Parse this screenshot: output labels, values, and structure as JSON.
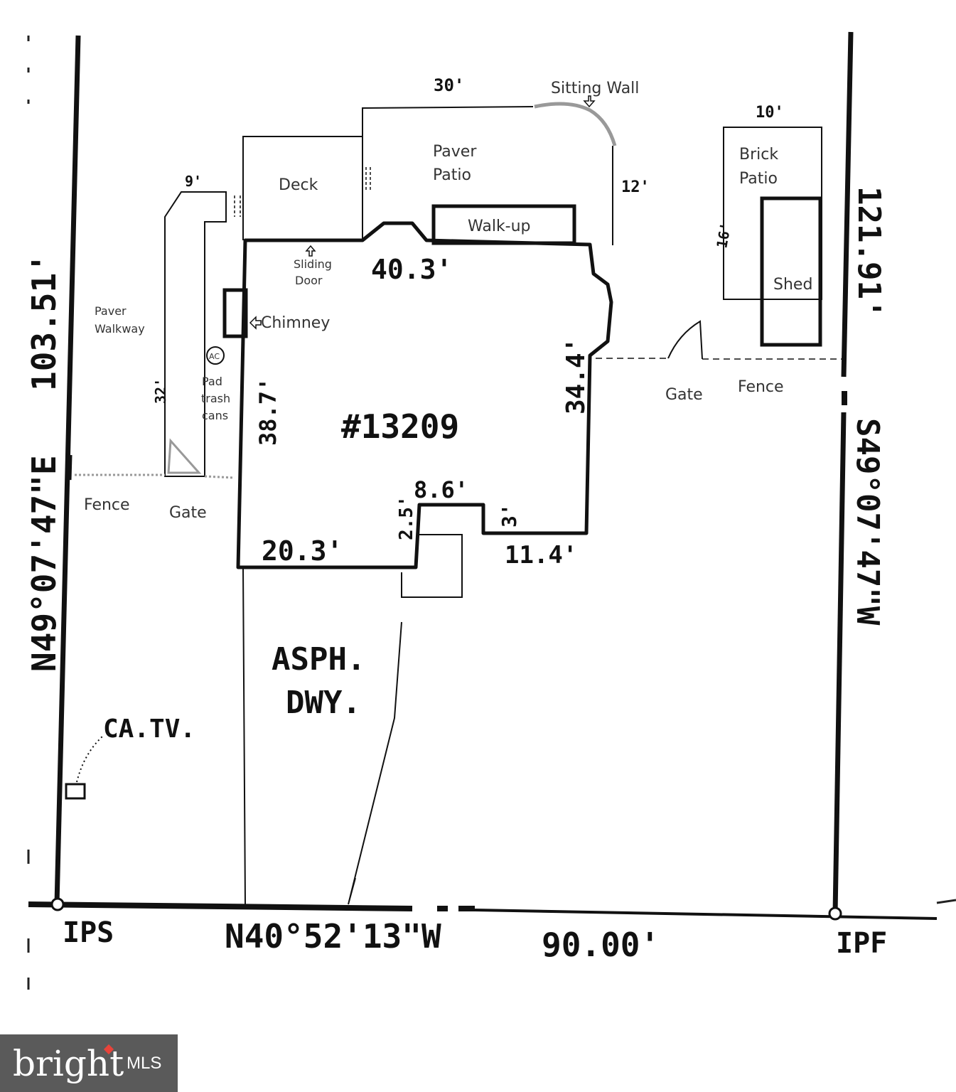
{
  "labels": {
    "top_dim": "30'",
    "sitting_wall": "Sitting Wall",
    "shed_width": "10'",
    "paver_patio_1": "Paver",
    "paver_patio_2": "Patio",
    "deck": "Deck",
    "walkway_dim": "9'",
    "brick_patio_1": "Brick",
    "brick_patio_2": "Patio",
    "patio_depth": "12'",
    "walkup": "Walk-up",
    "brick_depth": "16'",
    "sliding_door_1": "Sliding",
    "sliding_door_2": "Door",
    "rear_wall": "40.3'",
    "shed": "Shed",
    "paver_walkway_1": "Paver",
    "paver_walkway_2": "Walkway",
    "chimney": "Chimney",
    "ac": "AC",
    "right_wall": "34.4'",
    "pad_1": "Pad",
    "pad_2": "trash",
    "pad_3": "cans",
    "walk_length": "32'",
    "left_wall": "38.7'",
    "house_number": "#13209",
    "gate_right": "Gate",
    "fence_right": "Fence",
    "fence_left": "Fence",
    "gate_left": "Gate",
    "bump_width": "8.6'",
    "bump_depth_left": "2.5'",
    "bump_depth_right": "3'",
    "front_left": "20.3'",
    "front_right": "11.4'",
    "driveway_1": "ASPH.",
    "driveway_2": "DWY.",
    "catv": "CA.TV.",
    "corner_left": "IPS",
    "front_bearing": "N40°52'13\"W",
    "front_length": "90.00'",
    "corner_right": "IPF",
    "left_bearing": "N49°07'47\"E",
    "left_length": "103.51'",
    "right_bearing": "S49°07'47\"W",
    "right_length": "121.91'"
  },
  "logo": {
    "brand": "bright",
    "suffix": "MLS",
    "background": "#5a5a5a",
    "accent": "#e8433a"
  }
}
